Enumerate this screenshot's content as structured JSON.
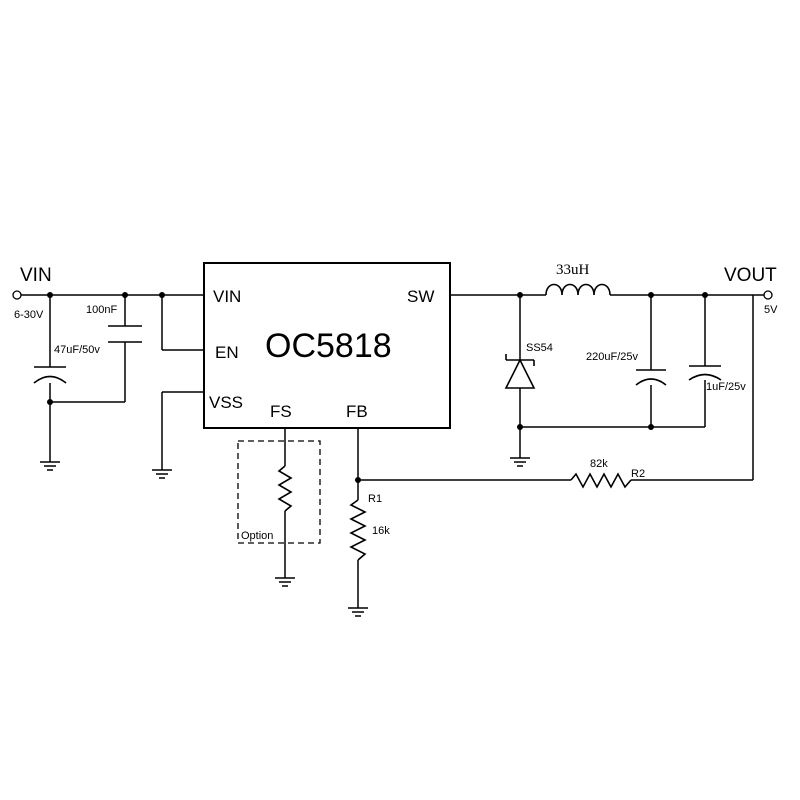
{
  "chip": {
    "name": "OC5818",
    "pins": {
      "vin": "VIN",
      "en": "EN",
      "vss": "VSS",
      "fs": "FS",
      "fb": "FB",
      "sw": "SW"
    }
  },
  "input": {
    "label": "VIN",
    "range": "6-30V"
  },
  "output": {
    "label": "VOUT",
    "voltage": "5V"
  },
  "components": {
    "c_in_small": "100nF",
    "c_in_bulk": "47uF/50v",
    "inductor": "33uH",
    "diode": "SS54",
    "c_out_bulk": "220uF/25v",
    "c_out_small": "1uF/25v",
    "r1_name": "R1",
    "r1_value": "16k",
    "r2_name": "R2",
    "r2_value": "82k",
    "fs_option": "Option"
  }
}
